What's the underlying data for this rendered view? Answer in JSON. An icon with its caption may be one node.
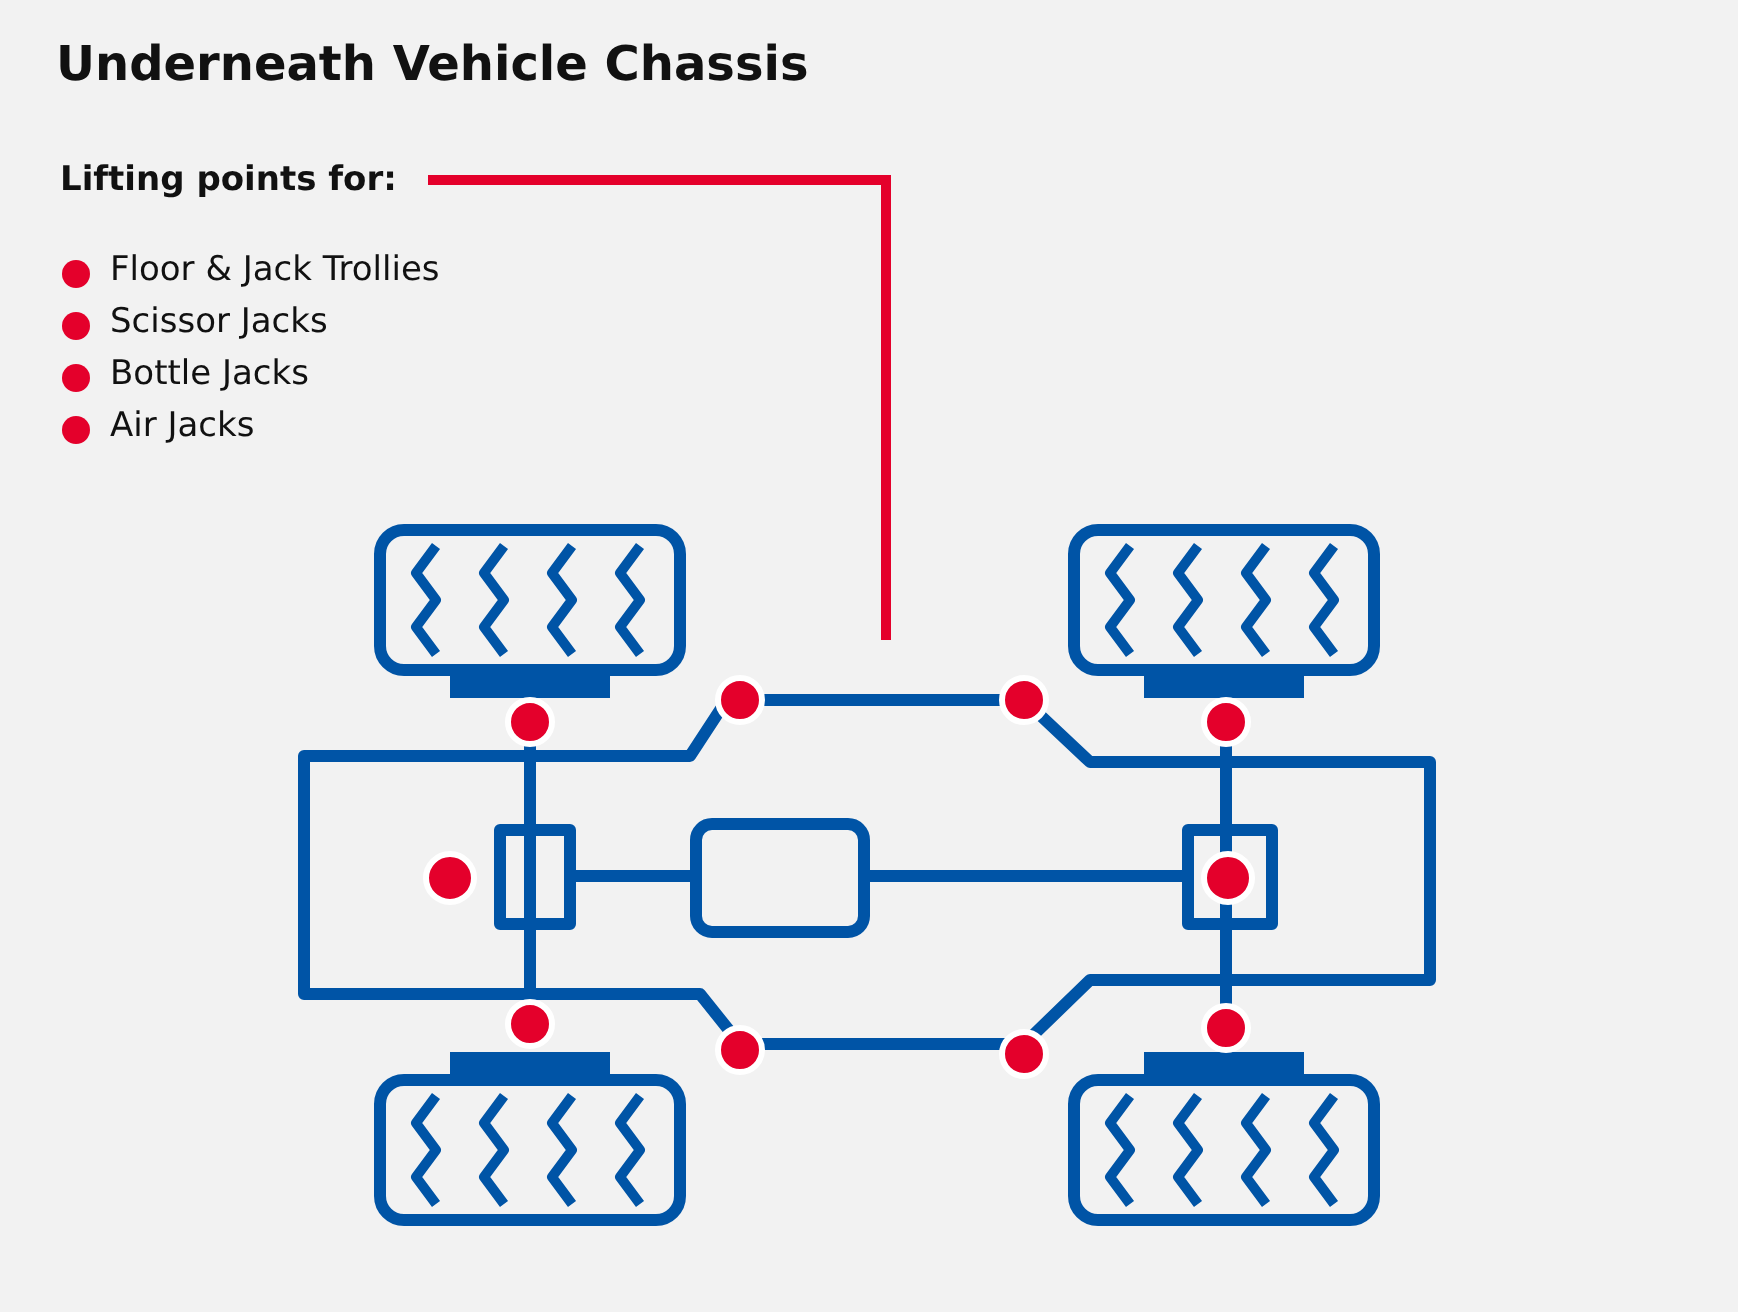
{
  "diagram": {
    "title": "Underneath Vehicle Chassis",
    "nodes": [
      {
        "text": [
          "Lifting points for:"
        ]
      },
      {
        "text": [],
        "shape": "picture"
      }
    ],
    "edges": [
      {
        "from": 0,
        "to": 1,
        "arrow": "none",
        "color": "#e4002b"
      }
    ],
    "legend": [
      {
        "text": "Floor & Jack Trollies",
        "color": "#e4002b"
      },
      {
        "text": "Scissor Jacks",
        "color": "#e4002b"
      },
      {
        "text": "Bottle Jacks",
        "color": "#e4002b"
      },
      {
        "text": "Air Jacks",
        "color": "#e4002b"
      }
    ]
  }
}
